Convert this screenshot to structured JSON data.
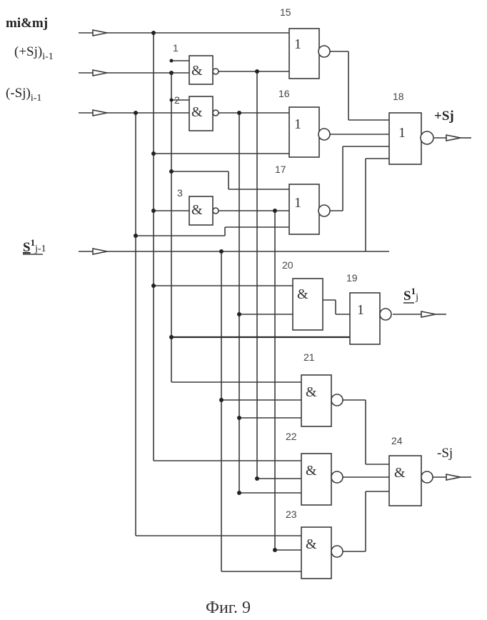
{
  "inputs": {
    "in1": "mi&mj",
    "in2_main": "(+Sj)",
    "in2_sub": "i-1",
    "in3_main": "(-Sj)",
    "in3_sub": "i-1",
    "in4_main": "S",
    "in4_sup": "1",
    "in4_sub": "j-1"
  },
  "outputs": {
    "out1": "+Sj",
    "out2_main": "S",
    "out2_sup": "1",
    "out2_sub": "j",
    "out3": "-Sj"
  },
  "gates": {
    "g1": {
      "num": "1",
      "sym": "&"
    },
    "g2": {
      "num": "2",
      "sym": "&"
    },
    "g3": {
      "num": "3",
      "sym": "&"
    },
    "g15": {
      "num": "15",
      "sym": "1"
    },
    "g16": {
      "num": "16",
      "sym": "1"
    },
    "g17": {
      "num": "17",
      "sym": "1"
    },
    "g18": {
      "num": "18",
      "sym": "1"
    },
    "g19": {
      "num": "19",
      "sym": "1"
    },
    "g20": {
      "num": "20",
      "sym": "&"
    },
    "g21": {
      "num": "21",
      "sym": "&"
    },
    "g22": {
      "num": "22",
      "sym": "&"
    },
    "g23": {
      "num": "23",
      "sym": "&"
    },
    "g24": {
      "num": "24",
      "sym": "&"
    }
  },
  "caption": "Фиг. 9"
}
